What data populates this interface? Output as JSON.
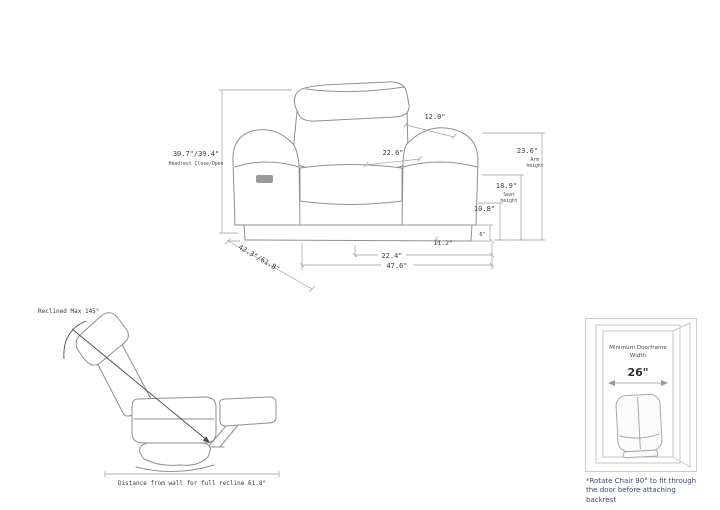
{
  "colors": {
    "drawing_line": "#8f8f8f",
    "dimension_line": "#9f9f9f",
    "dimension_text": "#3c3c3c",
    "note_text": "#3d4a78"
  },
  "front_view": {
    "overall_height": "30.7\"/39.4\"",
    "overall_height_label": "Headrest Close/Open",
    "headrest_top_depth": "12.0\"",
    "seat_width": "22.6\"",
    "arm_height": "23.6\"",
    "arm_height_label": [
      "Arm",
      "height"
    ],
    "seat_height": "18.9\"",
    "seat_height_label": [
      "Seat",
      "height"
    ],
    "back_seat_dim": "10.8\"",
    "base_dim": "6\"",
    "side_dim": "11.2\"",
    "seat_depth": "22.4\"",
    "overall_width": "47.6\"",
    "overall_depth": "42.3\"/61.8\""
  },
  "recline_view": {
    "max_recline_label": "Reclined Max 145°",
    "wall_distance_label": "Distance from wall for full recline 61.8\""
  },
  "door_panel": {
    "title": [
      "Minimum Doorframe",
      "Width"
    ],
    "width_value": "26\"",
    "note": "*Rotate Chair 90° to fit through the door before attaching backrest"
  }
}
